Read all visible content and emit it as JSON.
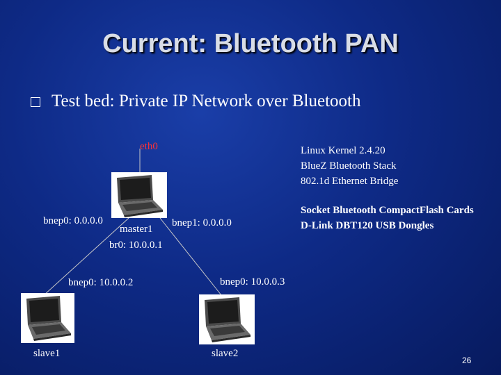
{
  "slide": {
    "title": "Current: Bluetooth PAN",
    "bullet_text": "Test bed: Private IP Network over Bluetooth",
    "page_number": "26"
  },
  "diagram": {
    "eth0_label": "eth0",
    "master": {
      "name": "master1",
      "bnep0": "bnep0: 0.0.0.0",
      "bnep1": "bnep1: 0.0.0.0",
      "br0": "br0: 10.0.0.1"
    },
    "slave1": {
      "name": "slave1",
      "bnep0": "bnep0: 10.0.0.2"
    },
    "slave2": {
      "name": "slave2",
      "bnep0": "bnep0: 10.0.0.3"
    }
  },
  "info": {
    "software": [
      "Linux Kernel 2.4.20",
      "BlueZ Bluetooth Stack",
      "802.1d Ethernet Bridge"
    ],
    "hardware": [
      "Socket Bluetooth CompactFlash Cards",
      "D-Link DBT120 USB Dongles"
    ]
  },
  "colors": {
    "background": "#0e2a86",
    "eth0_text": "#ff3333",
    "title_text": "#d9dde6",
    "wire": "#c8c8c8"
  }
}
